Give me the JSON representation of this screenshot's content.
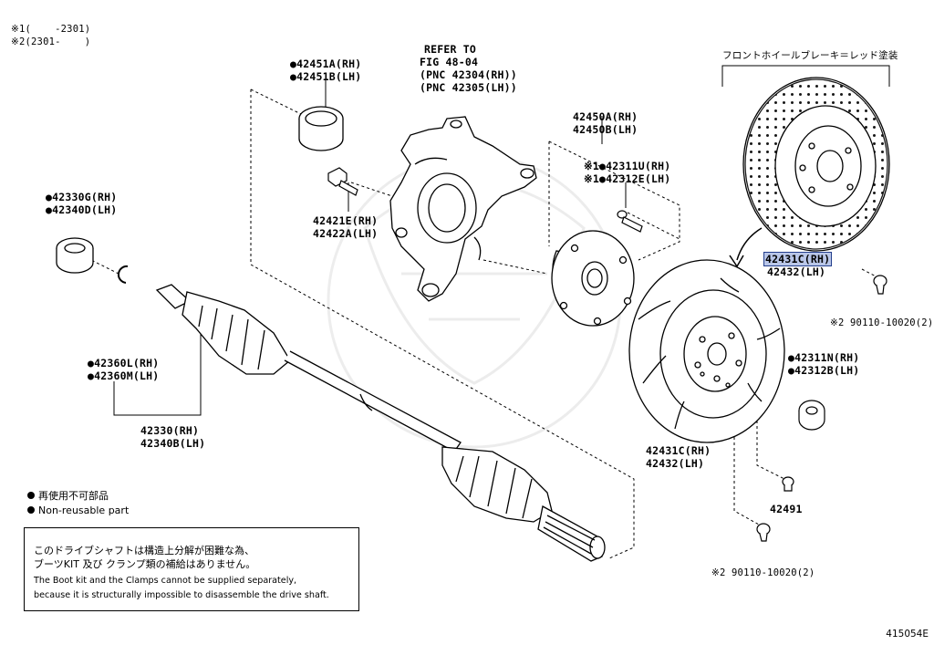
{
  "diagram_title_jp": "フロントホイールブレーキ＝レッド塗装",
  "footnotes": {
    "note1": "※1(    -2301)",
    "note2": "※2(2301-    )"
  },
  "refer": {
    "line1": "REFER TO",
    "line2": "FIG 48-04",
    "line3": "(PNC 42304(RH))",
    "line4": "(PNC 42305(LH))"
  },
  "labels": {
    "seal_rh": "●42451A(RH)",
    "seal_lh": "●42451B(LH)",
    "bolt_rh": "42421E(RH)",
    "bolt_lh": "42422A(LH)",
    "hubassy_rh": "42450A(RH)",
    "hubassy_lh": "42450B(LH)",
    "hubbolt_rh": "※1●42311U(RH)",
    "hubbolt_lh": "※1●42312E(LH)",
    "bearing_rh": "●42330G(RH)",
    "bearing_lh": "●42340D(LH)",
    "boot_rh": "●42360L(RH)",
    "boot_lh": "●42360M(LH)",
    "shaft_rh": "42330(RH)",
    "shaft_lh": "42340B(LH)",
    "disc_red_rh": "42431C(RH)",
    "disc_red_lh": "42432(LH)",
    "disc_rh": "42431C(RH)",
    "disc_lh": "42432(LH)",
    "screw_top": "※2 90110-10020(2)",
    "nut_rh": "●42311N(RH)",
    "nut_lh": "●42312B(LH)",
    "pin": "42491",
    "screw_bottom": "※2 90110-10020(2)"
  },
  "legend": {
    "item1": "再使用不可部品",
    "item2": "Non-reusable part"
  },
  "note_box": {
    "jp_line1": "このドライブシャフトは構造上分解が困難な為、",
    "jp_line2": "ブーツKIT 及び クランプ類の補給はありません。",
    "en_line1": "The Boot kit and the Clamps cannot be supplied separately,",
    "en_line2": "because it is structurally impossible to disassemble the drive shaft."
  },
  "figure_number": "415054E"
}
